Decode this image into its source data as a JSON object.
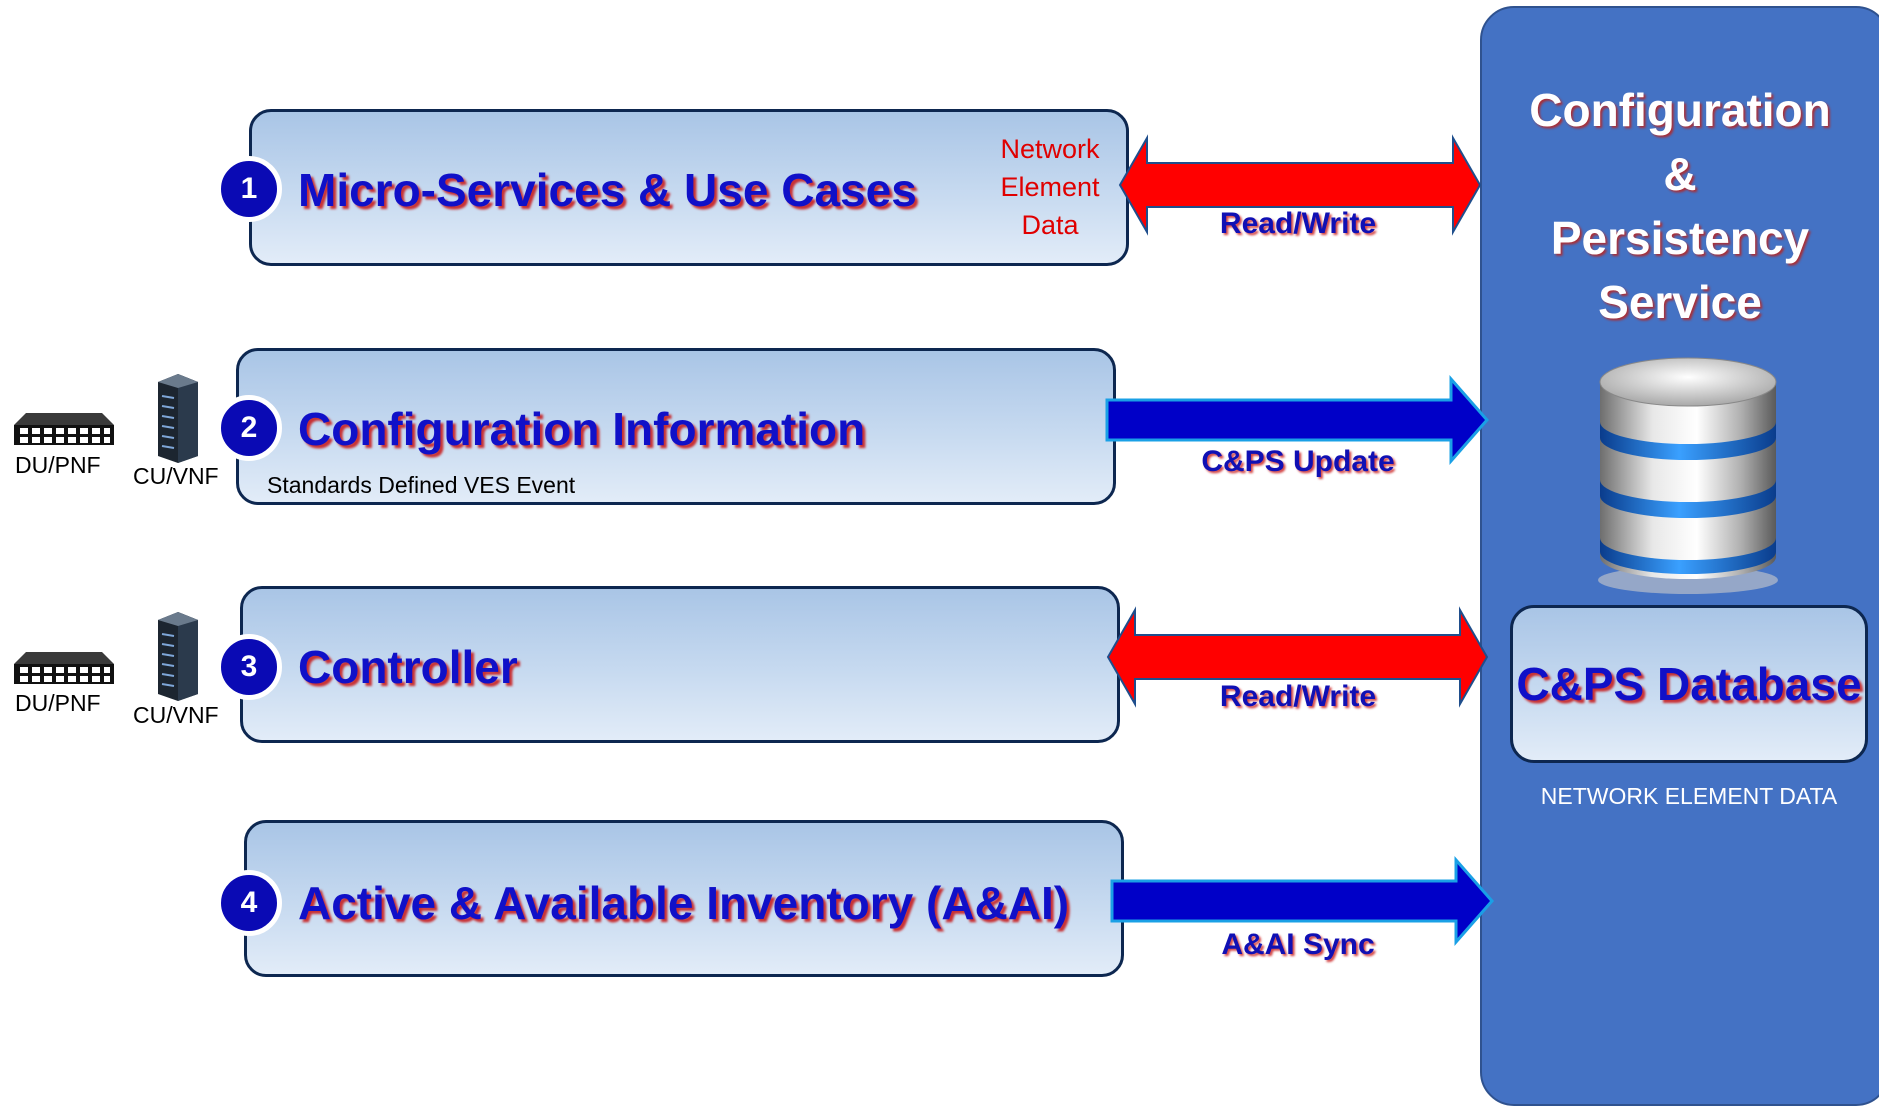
{
  "rows": [
    {
      "number": "1",
      "title": "Micro-Services & Use Cases",
      "arrow_label": "Read/Write",
      "arrow_type": "bidirectional",
      "arrow_color": "#ff0000"
    },
    {
      "number": "2",
      "title": "Configuration Information",
      "subtitle": "Standards Defined VES Event",
      "arrow_label": "C&PS Update",
      "arrow_type": "right",
      "arrow_color": "#0000c8"
    },
    {
      "number": "3",
      "title": "Controller",
      "arrow_label": "Read/Write",
      "arrow_type": "bidirectional",
      "arrow_color": "#ff0000"
    },
    {
      "number": "4",
      "title": "Active & Available Inventory (A&AI)",
      "arrow_label": "A&AI Sync",
      "arrow_type": "right",
      "arrow_color": "#0000c8"
    }
  ],
  "network_element_label": [
    "Network",
    "Element",
    "Data"
  ],
  "devices": [
    {
      "du_label": "DU/PNF",
      "cu_label": "CU/VNF",
      "du_icon": "switch-icon",
      "cu_icon": "server-tower-icon"
    },
    {
      "du_label": "DU/PNF",
      "cu_label": "CU/VNF",
      "du_icon": "switch-icon",
      "cu_icon": "server-tower-icon"
    }
  ],
  "panel": {
    "title_lines": [
      "Configuration",
      "&",
      "Persistency",
      "Service"
    ],
    "database_icon": "database-icon",
    "db_box_title": "C&PS Database",
    "db_caption": "NETWORK ELEMENT DATA"
  },
  "colors": {
    "panel_blue": "#4472c4",
    "title_blue": "#1010c8",
    "number_circle": "#0a0ab4",
    "red_arrow": "#ff0000",
    "blue_arrow": "#0000c8",
    "network_label_red": "#e00000"
  }
}
